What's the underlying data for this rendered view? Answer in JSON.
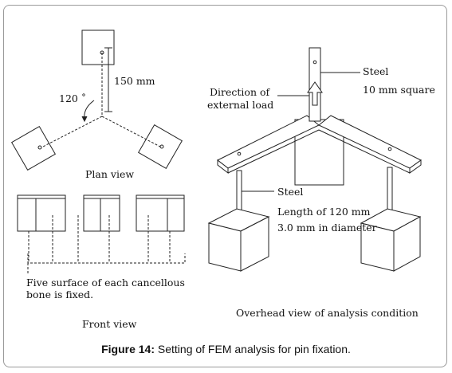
{
  "figure": {
    "caption_label": "Figure 14:",
    "caption_text": " Setting of FEM analysis for pin fixation."
  },
  "plan_view": {
    "distance_label": "150 mm",
    "angle_label": "120 ˚",
    "title": "Plan view"
  },
  "front_view": {
    "note_line1": "Five surface of each cancellous",
    "note_line2": "bone is fixed.",
    "title": "Front view"
  },
  "overhead_view": {
    "load_label_line1": "Direction of",
    "load_label_line2": "external load",
    "bar_material": "Steel",
    "bar_size": "10 mm square",
    "pin_material": "Steel",
    "pin_length": "Length of 120 mm",
    "pin_diameter": "3.0 mm in diameter",
    "title": "Overhead view of analysis condition"
  }
}
